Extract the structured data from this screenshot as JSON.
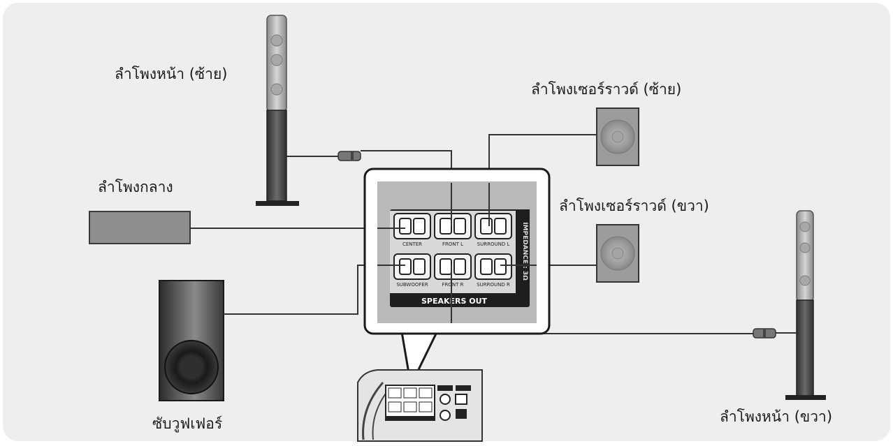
{
  "labels": {
    "front_left": "ลำโพงหน้า (ซ้าย)",
    "surround_left": "ลำโพงเซอร์ราวด์ (ซ้าย)",
    "center": "ลำโพงกลาง",
    "surround_right": "ลำโพงเซอร์ราวด์ (ขวา)",
    "subwoofer": "ซับวูฟเฟอร์",
    "front_right": "ลำโพงหน้า (ขวา)"
  },
  "panel": {
    "title": "SPEAKERS OUT",
    "impedance": "IMPEDANCE : 3Ω",
    "jacks": {
      "center": "CENTER",
      "front_l": "FRONT L",
      "surround_l": "SURROUND L",
      "subwoofer": "SUBWOOFER",
      "front_r": "FRONT R",
      "surround_r": "SURROUND R"
    }
  },
  "colors": {
    "background": "#eeeeee",
    "panel_gray": "#b5b5b5",
    "dark": "#1e1e1e",
    "line": "#333333"
  }
}
